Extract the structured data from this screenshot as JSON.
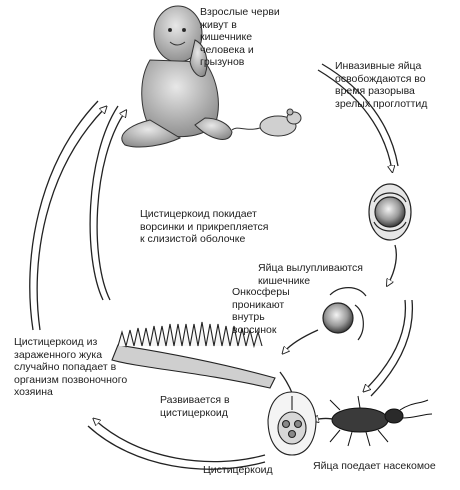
{
  "labels": {
    "adult_worms": "Взрослые черви\nживут в\nкишечнике\nчеловека и\nгрызунов",
    "invasive_eggs": "Инвазивные яйца\nосвобождаются во\nвремя разорыва\nзрелых проглоттид",
    "cysticercoid_leaves": "Цистицеркоид покидает\nворсинки и прикрепляется\nк слизистой оболочке",
    "eggs_hatch": "Яйца вылупливаются\nкишечнике",
    "oncospheres": "Онкосферы\nпроникают\nвнутрь\nворсинок",
    "accidental_host": "Цистицеркоид из\nзараженного жука\nслучайно попадает в\nорганизм позвоночного\nхозяина",
    "develops": "Развивается в\nцистицеркоид",
    "cysticercoid": "Цистицеркоид",
    "insect_eats": "Яйца поедает насекомое"
  }
}
